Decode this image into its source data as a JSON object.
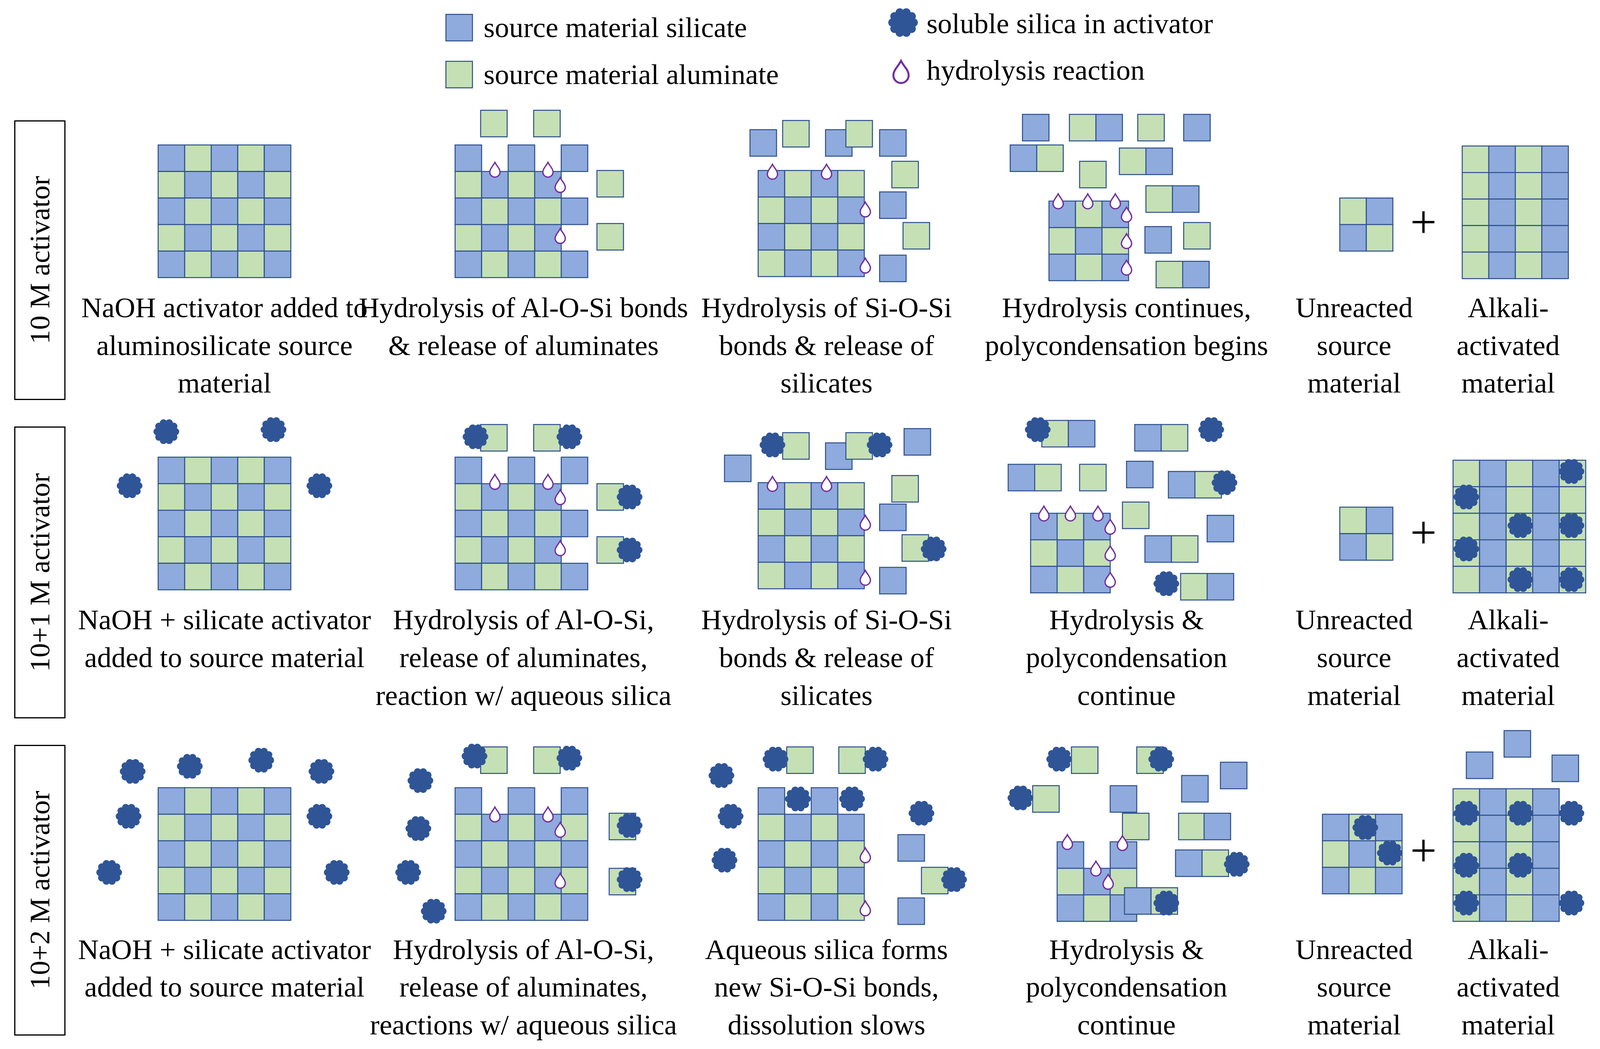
{
  "diagram": {
    "nodes": [
      {
        "text": [
          "10 M activator"
        ]
      },
      {
        "text": [
          "10+1 M activator"
        ]
      },
      {
        "text": [
          "10+2 M activator"
        ]
      }
    ],
    "labels": [
      "NaOH activator added to aluminosilicate source material",
      "Hydrolysis of Al-O-Si bonds & release of aluminates",
      "Hydrolysis of Si-O-Si bonds & release of silicates",
      "Hydrolysis continues, polycondensation begins",
      "Unreacted source material",
      "+",
      "Alkali-activated material",
      "NaOH + silicate activator added to source material",
      "Hydrolysis of Al-O-Si, release of aluminates, reaction w/ aqueous silica",
      "Hydrolysis of Si-O-Si bonds & release of silicates",
      "Hydrolysis & polycondensation continue",
      "Unreacted source material",
      "+",
      "Alkali-activated material",
      "NaOH + silicate activator added to source material",
      "Hydrolysis of Al-O-Si, release of aluminates, reactions w/ aqueous silica",
      "Aqueous silica forms new Si-O-Si bonds, dissolution slows",
      "Hydrolysis & polycondensation continue",
      "Unreacted source material",
      "+",
      "Alkali-activated material"
    ],
    "legend": [
      {
        "text": "source material silicate",
        "color": "#8faadc"
      },
      {
        "text": "source material aluminate",
        "color": "#c5e0b4"
      },
      {
        "text": "soluble silica in activator"
      },
      {
        "text": "hydrolysis reaction"
      }
    ]
  }
}
